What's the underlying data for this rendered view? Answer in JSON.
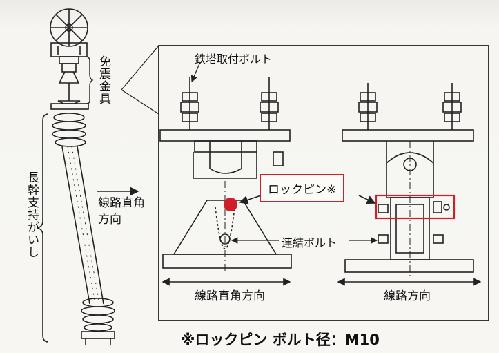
{
  "diagram": {
    "labels": {
      "seismic_fitting": "免震金具",
      "long_trunk_insulator": "長幹支持がいし",
      "perpendicular_direction_side": "線路直角方向",
      "tower_bolt": "鉄塔取付ボルト",
      "lock_pin": "ロックピン※",
      "connecting_bolt": "連結ボルト",
      "perpendicular_direction_bottom": "線路直角方向",
      "line_direction": "線路方向"
    },
    "caption": "※ロックピン ボルト径：M10",
    "colors": {
      "highlight": "#d11f2a",
      "ink": "#222222",
      "paper": "#f4f3ef"
    }
  }
}
